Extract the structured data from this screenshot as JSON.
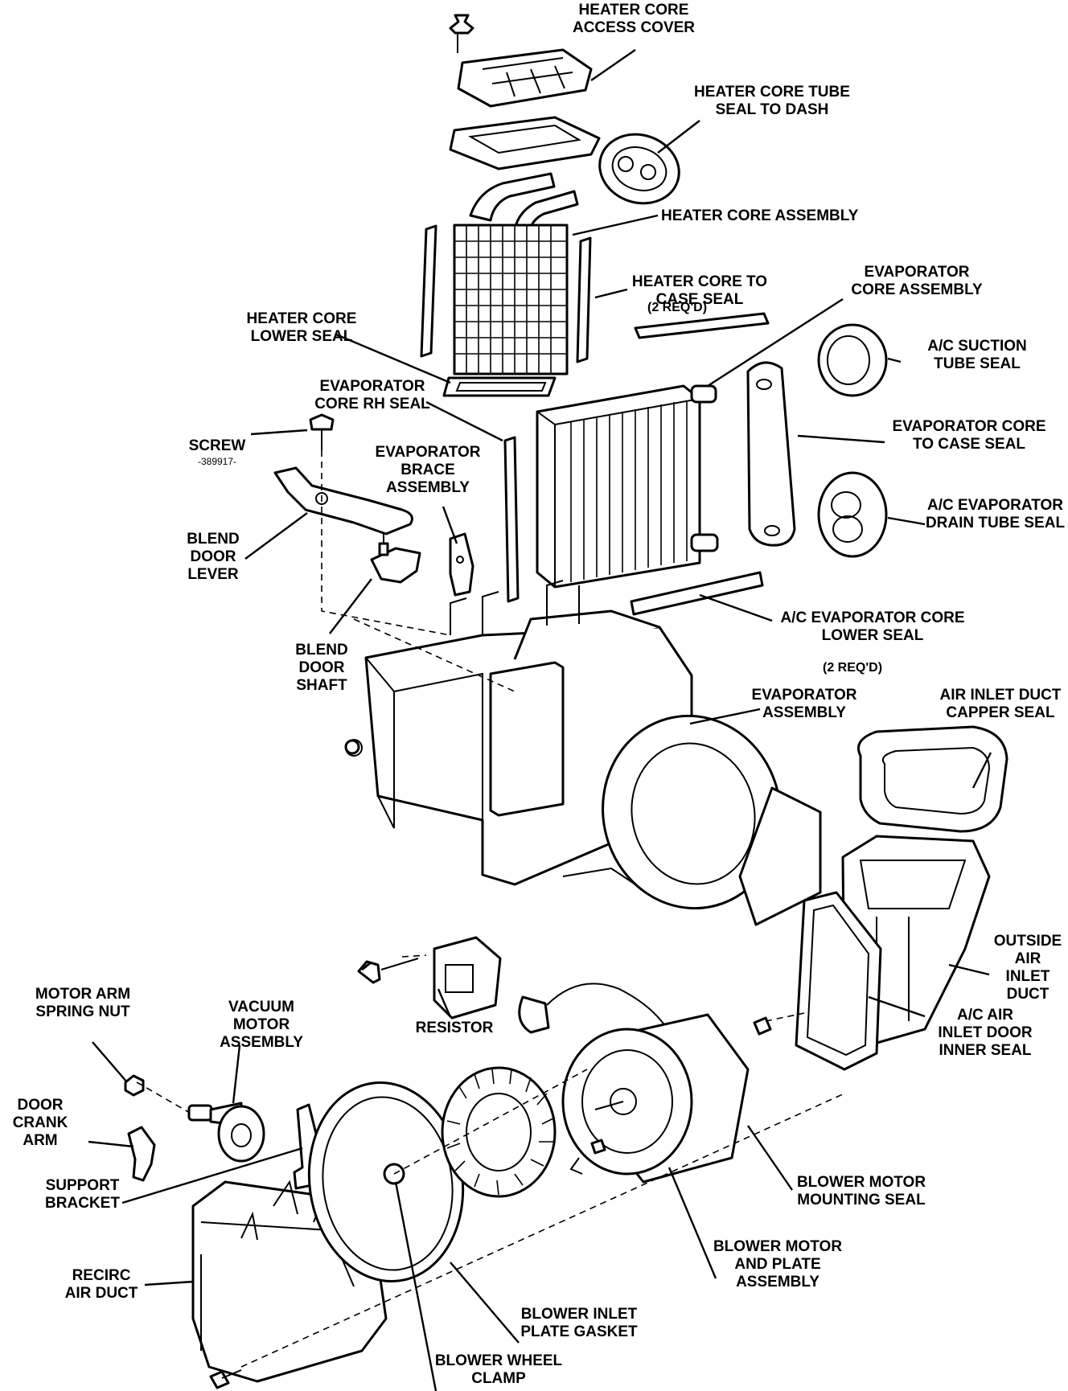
{
  "colors": {
    "ink": "#000000",
    "paper": "#ffffff"
  },
  "labels": {
    "heater_core_access_cover": "HEATER CORE\nACCESS COVER",
    "heater_core_tube_seal": "HEATER CORE TUBE\nSEAL TO DASH",
    "heater_core_assembly": "HEATER CORE ASSEMBLY",
    "heater_core_to_case_seal": "HEATER CORE TO\nCASE SEAL",
    "heater_core_to_case_seal_qty": "(2 REQ'D)",
    "evaporator_core_assembly": "EVAPORATOR\nCORE ASSEMBLY",
    "heater_core_lower_seal": "HEATER CORE\nLOWER SEAL",
    "ac_suction_tube_seal": "A/C SUCTION\nTUBE SEAL",
    "evaporator_core_rh_seal": "EVAPORATOR\nCORE RH SEAL",
    "screw": "SCREW",
    "screw_part_number": "-389917-",
    "evaporator_core_to_case_seal": "EVAPORATOR CORE\nTO CASE SEAL",
    "evaporator_brace_assembly": "EVAPORATOR\nBRACE\nASSEMBLY",
    "ac_evaporator_drain_tube_seal": "A/C EVAPORATOR\nDRAIN TUBE SEAL",
    "blend_door_lever": "BLEND\nDOOR\nLEVER",
    "ac_evaporator_core_lower_seal": "A/C EVAPORATOR CORE\nLOWER SEAL",
    "ac_evaporator_core_lower_seal_qty": "(2 REQ'D)",
    "blend_door_shaft": "BLEND\nDOOR\nSHAFT",
    "evaporator_assembly": "EVAPORATOR\nASSEMBLY",
    "air_inlet_duct_capper_seal": "AIR INLET DUCT\nCAPPER SEAL",
    "outside_air_inlet_duct": "OUTSIDE\nAIR\nINLET\nDUCT",
    "motor_arm_spring_nut": "MOTOR ARM\nSPRING NUT",
    "vacuum_motor_assembly": "VACUUM\nMOTOR\nASSEMBLY",
    "resistor": "RESISTOR",
    "ac_air_inlet_door_inner_seal": "A/C AIR\nINLET DOOR\nINNER SEAL",
    "door_crank_arm": "DOOR\nCRANK\nARM",
    "support_bracket": "SUPPORT\nBRACKET",
    "blower_motor_mounting_seal": "BLOWER MOTOR\nMOUNTING SEAL",
    "recirc_air_duct": "RECIRC\nAIR DUCT",
    "blower_motor_and_plate_assembly": "BLOWER MOTOR\nAND PLATE\nASSEMBLY",
    "blower_inlet_plate_gasket": "BLOWER INLET\nPLATE GASKET",
    "blower_wheel_clamp": "BLOWER WHEEL\nCLAMP"
  }
}
